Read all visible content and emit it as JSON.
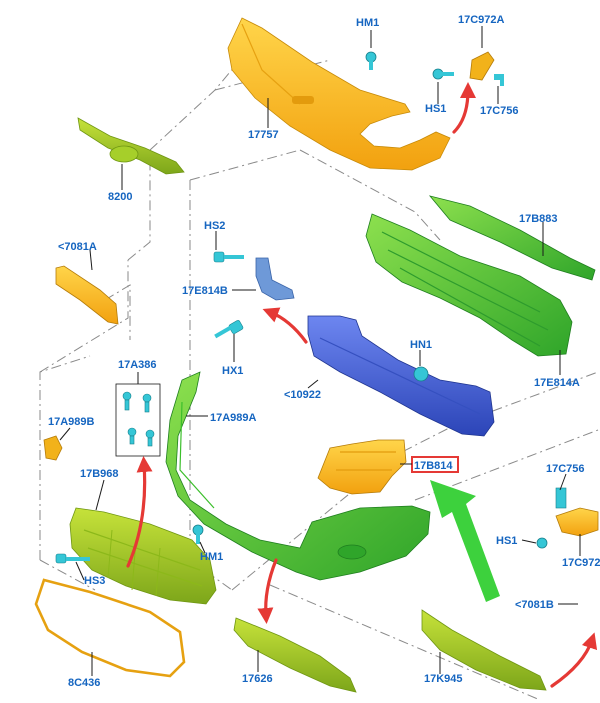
{
  "diagram": {
    "labels": {
      "hm1_top": "HM1",
      "c972a": "17C972A",
      "hs1_top": "HS1",
      "c756_top": "17C756",
      "p17757": "17757",
      "p8200": "8200",
      "b883": "17B883",
      "hs2": "HS2",
      "e814b": "17E814B",
      "hx1": "HX1",
      "a7081": "<7081A",
      "a386": "17A386",
      "hn1": "HN1",
      "p10922": "<10922",
      "e814a": "17E814A",
      "a989b": "17A989B",
      "a989a": "17A989A",
      "b968": "17B968",
      "b814": "17B814",
      "c756_right": "17C756",
      "hs1_right": "HS1",
      "c972_right": "17C972",
      "hm1_bottom": "HM1",
      "hs3": "HS3",
      "b7081": "<7081B",
      "c436": "8C436",
      "p17626": "17626",
      "k945": "17K945"
    },
    "colors": {
      "label": "#1565c0",
      "highlight_box": "#e53935",
      "callout_arrow": "#e53935",
      "pointer_arrow": "#3dd13d",
      "bumper_cover_upper": "#f2b21a",
      "green_parts": "#5ccc2c",
      "yellow_green_parts": "#9bc71f",
      "reinforcement_beam": "#4a63d6",
      "fastener": "#35c6d6"
    },
    "highlighted_part": "17B814"
  }
}
